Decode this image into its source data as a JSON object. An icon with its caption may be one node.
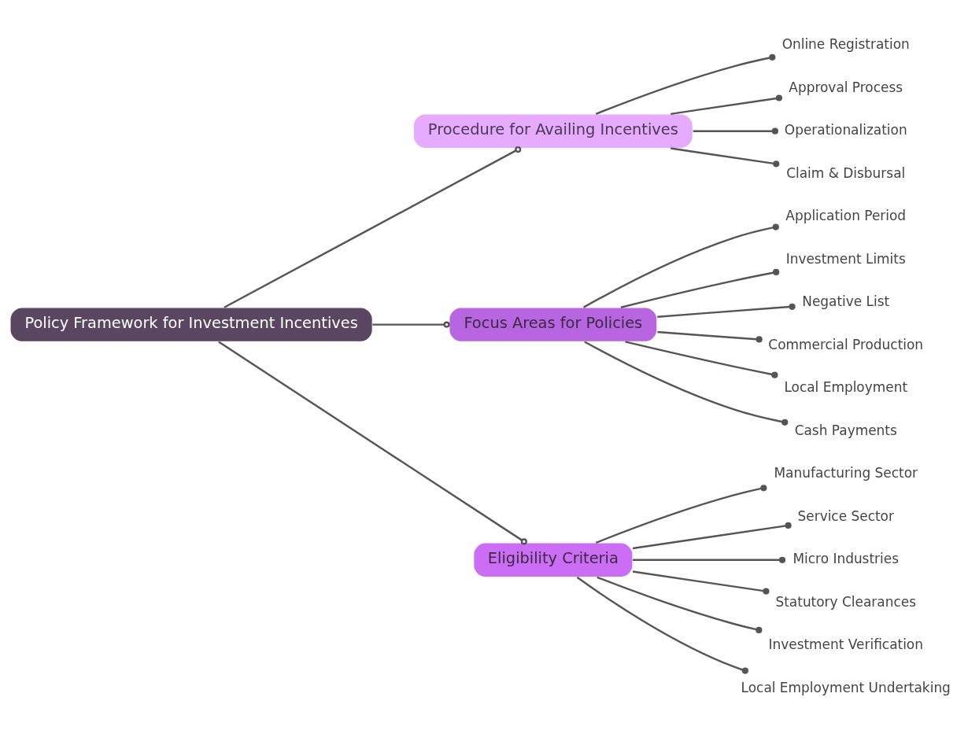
{
  "diagram": {
    "nodes": [
      {
        "text": [
          "Policy Framework for Investment Incentives"
        ]
      },
      {
        "text": [
          "Procedure for Availing Incentives"
        ]
      },
      {
        "text": [
          "Online Registration"
        ]
      },
      {
        "text": [
          "Approval Process"
        ]
      },
      {
        "text": [
          "Operationalization"
        ]
      },
      {
        "text": [
          "Claim & Disbursal"
        ]
      },
      {
        "text": [
          "Focus Areas for Policies"
        ]
      },
      {
        "text": [
          "Application Period"
        ]
      },
      {
        "text": [
          "Investment Limits"
        ]
      },
      {
        "text": [
          "Negative List"
        ]
      },
      {
        "text": [
          "Commercial Production"
        ]
      },
      {
        "text": [
          "Local Employment"
        ]
      },
      {
        "text": [
          "Cash Payments"
        ]
      },
      {
        "text": [
          "Eligibility Criteria"
        ]
      },
      {
        "text": [
          "Manufacturing Sector"
        ]
      },
      {
        "text": [
          "Service Sector"
        ]
      },
      {
        "text": [
          "Micro Industries"
        ]
      },
      {
        "text": [
          "Statutory Clearances"
        ]
      },
      {
        "text": [
          "Investment Verification"
        ]
      },
      {
        "text": [
          "Local Employment Undertaking"
        ]
      }
    ],
    "edges": [
      {
        "from": 0,
        "to": 1,
        "arrow": "other"
      },
      {
        "from": 0,
        "to": 6,
        "arrow": "other"
      },
      {
        "from": 0,
        "to": 13,
        "arrow": "other"
      },
      {
        "from": 1,
        "to": 2,
        "arrow": "other"
      },
      {
        "from": 1,
        "to": 3,
        "arrow": "other"
      },
      {
        "from": 1,
        "to": 4,
        "arrow": "other"
      },
      {
        "from": 1,
        "to": 5,
        "arrow": "other"
      },
      {
        "from": 6,
        "to": 7,
        "arrow": "other"
      },
      {
        "from": 6,
        "to": 8,
        "arrow": "other"
      },
      {
        "from": 6,
        "to": 9,
        "arrow": "other"
      },
      {
        "from": 6,
        "to": 10,
        "arrow": "other"
      },
      {
        "from": 6,
        "to": 11,
        "arrow": "other"
      },
      {
        "from": 6,
        "to": 12,
        "arrow": "other"
      },
      {
        "from": 13,
        "to": 14,
        "arrow": "other"
      },
      {
        "from": 13,
        "to": 15,
        "arrow": "other"
      },
      {
        "from": 13,
        "to": 16,
        "arrow": "other"
      },
      {
        "from": 13,
        "to": 17,
        "arrow": "other"
      },
      {
        "from": 13,
        "to": 18,
        "arrow": "other"
      },
      {
        "from": 13,
        "to": 19,
        "arrow": "other"
      }
    ]
  }
}
